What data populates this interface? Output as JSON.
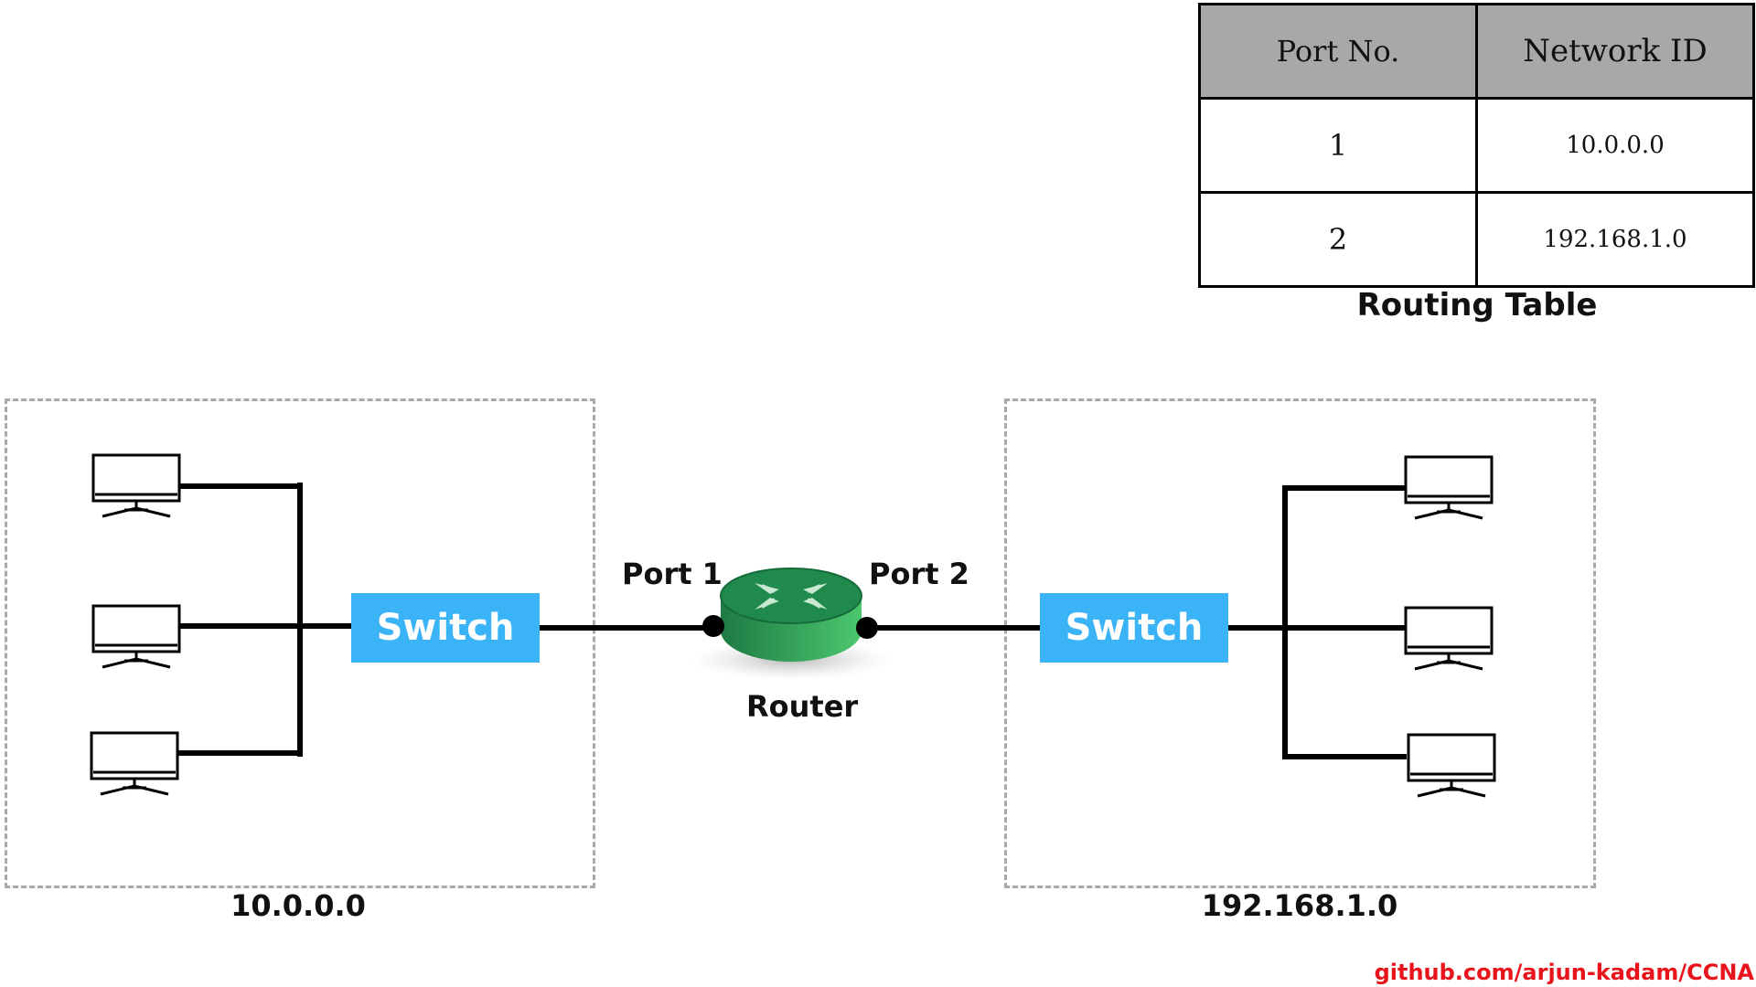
{
  "routing_table": {
    "headers": [
      "Port No.",
      "Network ID"
    ],
    "rows": [
      {
        "port": "1",
        "network_id": "10.0.0.0"
      },
      {
        "port": "2",
        "network_id": "192.168.1.0"
      }
    ],
    "caption": "Routing Table"
  },
  "left_network": {
    "label": "10.0.0.0",
    "switch_label": "Switch"
  },
  "right_network": {
    "label": "192.168.1.0",
    "switch_label": "Switch"
  },
  "router": {
    "label": "Router",
    "port1_label": "Port 1",
    "port2_label": "Port 2",
    "color": "#1f8a4c"
  },
  "credit": "github.com/arjun-kadam/CCNA",
  "colors": {
    "switch": "#3bb3f7",
    "table_header": "#a8a8a8",
    "credit": "#e8141c",
    "zone_border": "#a9a9a9"
  }
}
